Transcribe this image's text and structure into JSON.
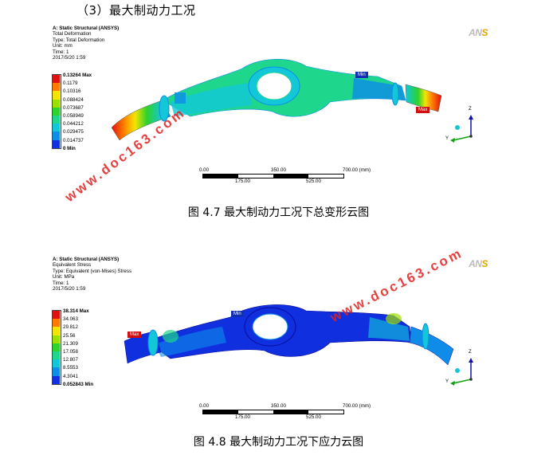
{
  "section_title": "（3）最大制动力工况",
  "logo": {
    "text_a": "AN",
    "text_b": "S"
  },
  "figures": [
    {
      "meta": [
        "A: Static Structural (ANSYS)",
        "Total Deformation",
        "Type: Total Deformation",
        "Unit: mm",
        "Time: 1",
        "2017/5/20 1:59"
      ],
      "legend": [
        "0.13264 Max",
        "0.1179",
        "0.10316",
        "0.088424",
        "0.073687",
        "0.058949",
        "0.044212",
        "0.029475",
        "0.014737",
        "0 Min"
      ],
      "max_tag": "Max",
      "min_tag": "Min",
      "caption": "图 4.7 最大制动力工况下总变形云图"
    },
    {
      "meta": [
        "A: Static Structural (ANSYS)",
        "Equivalent Stress",
        "Type: Equivalent (von-Mises) Stress",
        "Unit: MPa",
        "Time: 1",
        "2017/5/20 1:59"
      ],
      "legend": [
        "38.314 Max",
        "34.063",
        "29.812",
        "25.56",
        "21.309",
        "17.058",
        "12.807",
        "8.5553",
        "4.3041",
        "0.052843 Min"
      ],
      "max_tag": "Max",
      "min_tag": "Min",
      "caption": "图 4.8 最大制动力工况下应力云图"
    }
  ],
  "scale_bar": {
    "top": [
      "0.00",
      "350.00",
      "700.00 (mm)"
    ],
    "bottom": [
      "175.00",
      "525.00"
    ]
  },
  "triad": {
    "z": "Z",
    "y": "Y"
  },
  "watermark": "www.doc163.com",
  "colors": [
    "#e01010",
    "#ff7a00",
    "#f2e600",
    "#9ce000",
    "#2ed22e",
    "#1ed68c",
    "#12c8d8",
    "#0e8ce8",
    "#1030e0",
    "#0a0a9a"
  ]
}
